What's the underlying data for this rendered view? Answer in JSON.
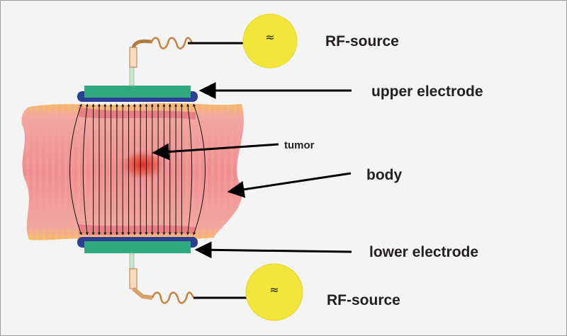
{
  "labels": {
    "rf_source_top": "RF-source",
    "upper_electrode": "upper electrode",
    "tumor": "tumor",
    "body": "body",
    "lower_electrode": "lower electrode",
    "rf_source_bottom": "RF-source",
    "source_symbol": "≈"
  },
  "colors": {
    "body_fill": "#ef8e8e",
    "body_edge_glow": "#f5c25a",
    "electrode_plate": "#2faa7f",
    "electrode_cap": "#2d3f93",
    "rf_source_fill": "#f2e63a",
    "coil": "#d79a5c",
    "tumor": "#e2231a",
    "field_line": "#111111",
    "pointer": "#000000"
  }
}
